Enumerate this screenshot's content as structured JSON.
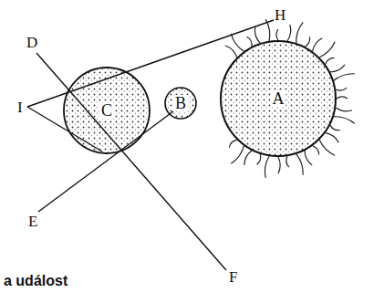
{
  "diagram": {
    "nodes": [
      {
        "text": [
          "C"
        ]
      },
      {
        "text": [
          "B"
        ]
      },
      {
        "text": [
          "A"
        ]
      }
    ],
    "labels": [
      "D",
      "H",
      "I",
      "E",
      "F",
      "a událost"
    ]
  }
}
